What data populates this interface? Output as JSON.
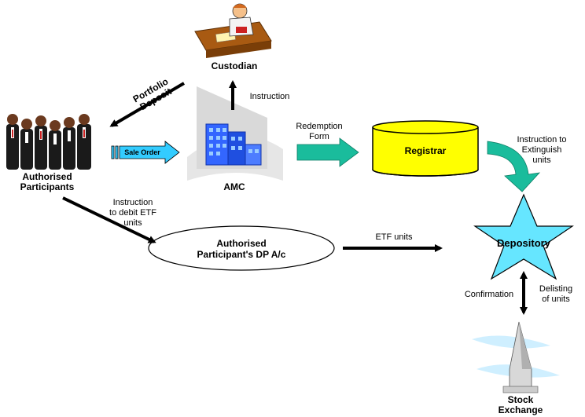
{
  "nodes": {
    "custodian": "Custodian",
    "authorised_participants": [
      "Authorised",
      "Participants"
    ],
    "amc": "AMC",
    "registrar": "Registrar",
    "depository": "Depository",
    "ap_dp_account": [
      "Authorised",
      "Participant's DP A/c"
    ],
    "stock_exchange": [
      "Stock",
      "Exchange"
    ]
  },
  "edges": {
    "portfolio_deposit": [
      "Portfolio",
      "Deposit"
    ],
    "instruction": "Instruction",
    "sale_order": "Sale Order",
    "redemption_form": [
      "Redemption",
      "Form"
    ],
    "instruction_extinguish": [
      "Instruction to",
      "Extinguish",
      "units"
    ],
    "instruction_debit": [
      "Instruction",
      "to debit ETF",
      "units"
    ],
    "etf_units": "ETF units",
    "confirmation": "Confirmation",
    "delisting": [
      "Delisting",
      "of units"
    ]
  },
  "colors": {
    "cyan_arrow": "#33ccff",
    "teal_arrow": "#1abc9c",
    "registrar_fill": "#ffff00",
    "depository_fill": "#66e6ff",
    "arrow_black": "#000000"
  }
}
